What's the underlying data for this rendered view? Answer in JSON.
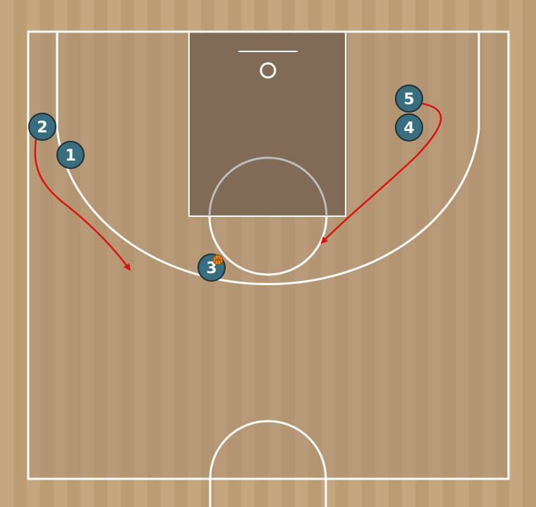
{
  "colors": {
    "floor": "#c2a27a",
    "floor_stripe_dark": "#b39167",
    "floor_stripe_light": "#cdb089",
    "court_area": "#ab9071",
    "paint": "#806c56",
    "lines": "#ffffff",
    "player_fill": "#386e7f",
    "player_stroke": "#1f2f36",
    "arrow": "#e01010",
    "ball": "#f08a1c"
  },
  "players": [
    {
      "id": "p1",
      "label": "1",
      "icon": "player-marker"
    },
    {
      "id": "p2",
      "label": "2",
      "icon": "player-marker"
    },
    {
      "id": "p3",
      "label": "3",
      "icon": "player-marker",
      "has_ball": true
    },
    {
      "id": "p4",
      "label": "4",
      "icon": "player-marker"
    },
    {
      "id": "p5",
      "label": "5",
      "icon": "player-marker"
    }
  ],
  "movements": [
    {
      "player": "2",
      "type": "cut",
      "icon": "red-arrow"
    },
    {
      "player": "5",
      "type": "cut",
      "icon": "red-arrow"
    }
  ],
  "ball": {
    "holder": "3",
    "icon": "basketball-icon"
  }
}
